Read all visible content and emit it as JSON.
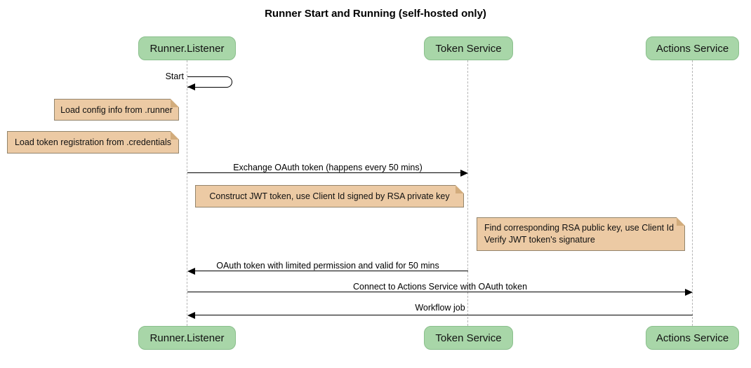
{
  "title": "Runner Start and Running (self-hosted only)",
  "participants": [
    {
      "id": "runner-listener",
      "label": "Runner.Listener"
    },
    {
      "id": "token-service",
      "label": "Token Service"
    },
    {
      "id": "actions-service",
      "label": "Actions Service"
    }
  ],
  "messages": [
    {
      "type": "self",
      "from": "runner-listener",
      "label": "Start"
    },
    {
      "type": "solid-arrow",
      "from": "runner-listener",
      "to": "token-service",
      "label": "Exchange OAuth token (happens every 50 mins)"
    },
    {
      "type": "solid-arrow",
      "from": "token-service",
      "to": "runner-listener",
      "label": "OAuth token with limited permission and valid for 50 mins"
    },
    {
      "type": "solid-arrow",
      "from": "runner-listener",
      "to": "actions-service",
      "label": "Connect to Actions Service with OAuth token"
    },
    {
      "type": "solid-arrow",
      "from": "actions-service",
      "to": "runner-listener",
      "label": "Workflow job"
    }
  ],
  "notes": [
    {
      "over": "left-of-runner-listener",
      "text": "Load config info from .runner"
    },
    {
      "over": "left-of-runner-listener",
      "text": "Load token registration from .credentials"
    },
    {
      "over": "runner-listener-to-token-service",
      "text": "Construct JWT token, use Client Id signed by RSA private key"
    },
    {
      "over": "token-service-to-actions-service",
      "lines": [
        "Find corresponding RSA public key, use Client Id",
        "Verify JWT token's signature"
      ]
    }
  ],
  "colors": {
    "background": "#ffffff",
    "participant_fill": "#a8d6a8",
    "participant_border": "#8abf8c",
    "note_fill": "#eccaa4",
    "note_border": "#93846b",
    "lifeline": "#b5b5b5",
    "message_line": "#000000",
    "text": "#000000"
  }
}
